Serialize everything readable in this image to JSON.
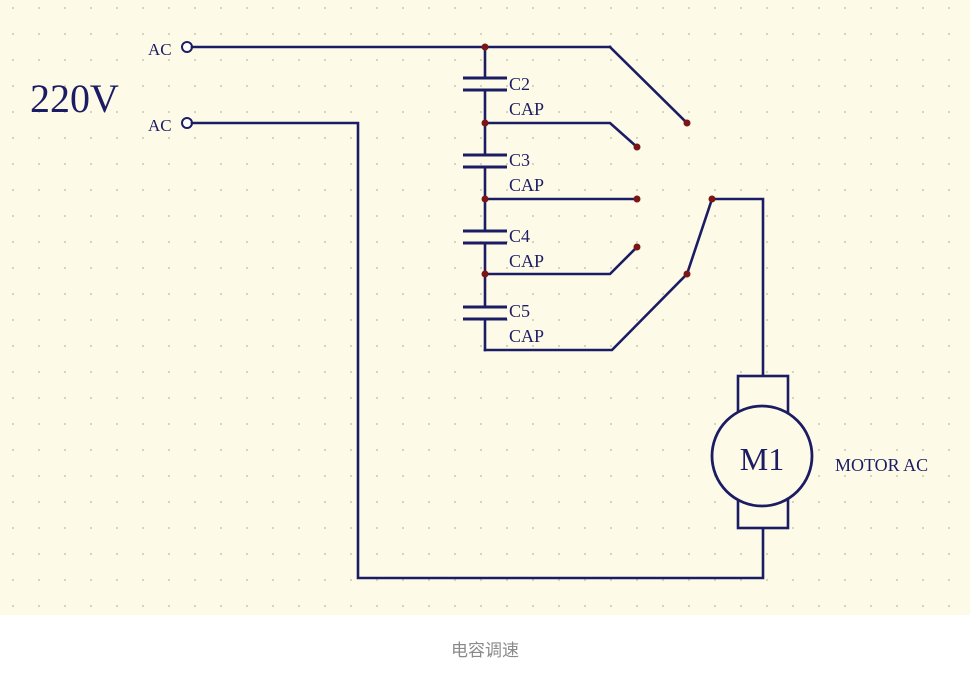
{
  "supply": {
    "voltage_label": "220V",
    "terminal_top": "AC",
    "terminal_bottom": "AC"
  },
  "capacitors": [
    {
      "ref": "C2",
      "value": "CAP"
    },
    {
      "ref": "C3",
      "value": "CAP"
    },
    {
      "ref": "C4",
      "value": "CAP"
    },
    {
      "ref": "C5",
      "value": "CAP"
    }
  ],
  "motor": {
    "ref": "M1",
    "type": "MOTOR AC"
  },
  "caption": "电容调速",
  "colors": {
    "background": "#fdfbe8",
    "grid_dot": "#d2d0bc",
    "wire": "#1c1c64",
    "junction": "#7a1616",
    "caption": "#8a8a8a"
  }
}
